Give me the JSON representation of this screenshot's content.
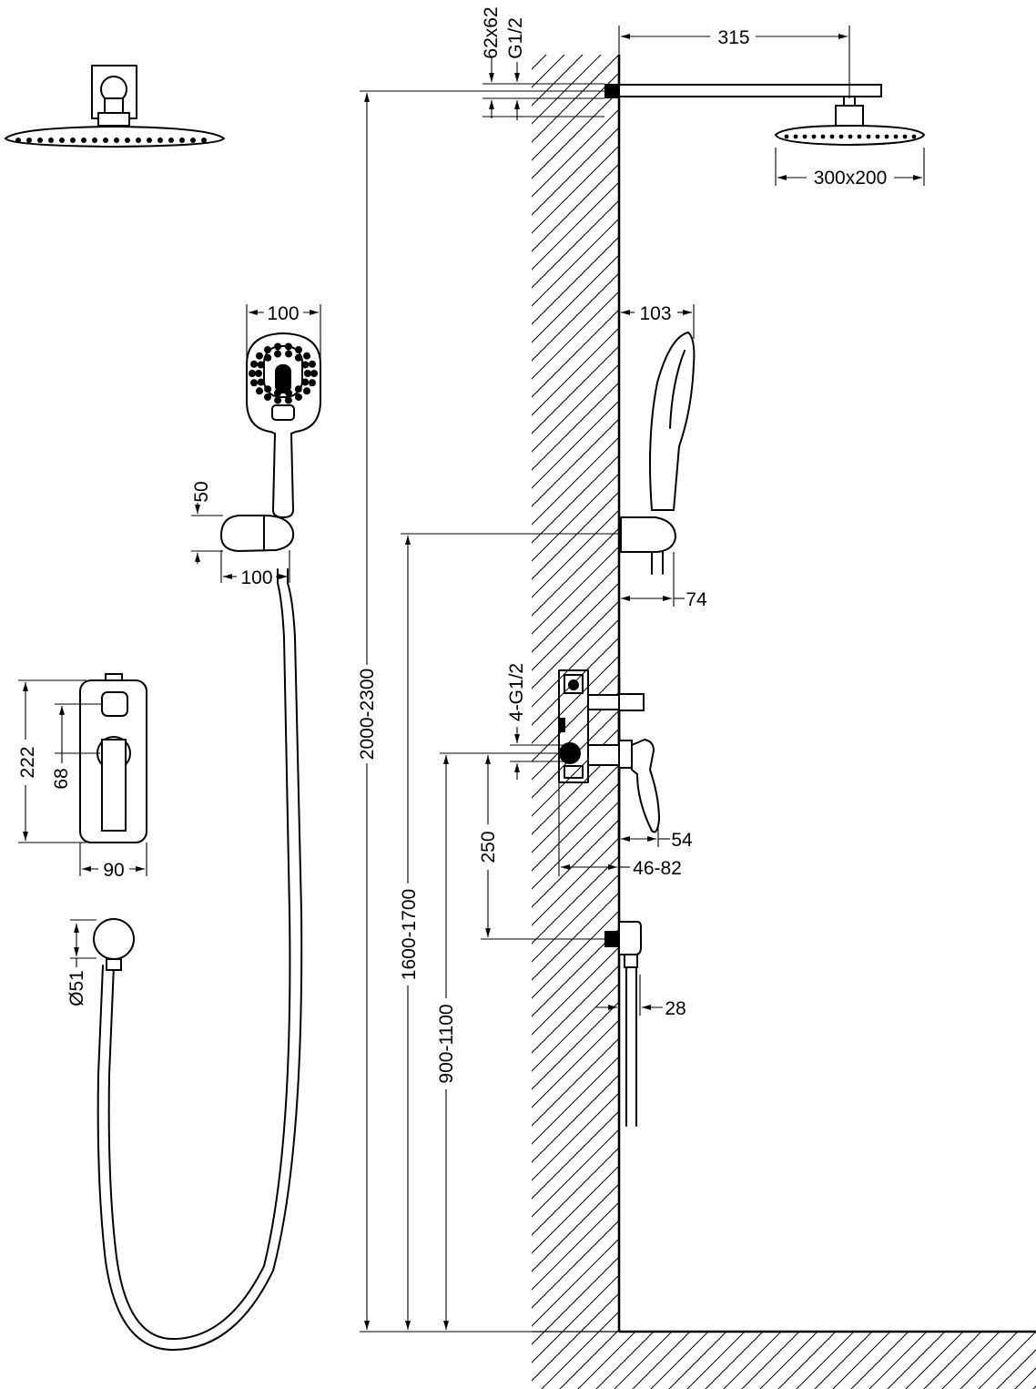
{
  "dimensions": {
    "rain_arm_length": "315",
    "rain_head_size": "300x200",
    "wall_flange_size": "62x62",
    "rain_connection_thread": "G1/2",
    "total_height": "2000-2300",
    "hand_shower_width": "100",
    "hand_shower_projection": "103",
    "holder_height": "50",
    "holder_width": "100",
    "holder_projection": "74",
    "holder_height_range": "1600-1700",
    "mixer_plate_height": "222",
    "mixer_handle_offset": "68",
    "mixer_plate_width": "90",
    "mixer_connections": "4-G1/2",
    "mixer_projection": "54",
    "mixer_install_depth": "46-82",
    "outlet_below_mixer": "250",
    "mixer_height_range": "900-1100",
    "outlet_diameter": "Ø51",
    "outlet_projection": "28"
  },
  "colors": {
    "line": "#000000",
    "background": "#ffffff"
  }
}
